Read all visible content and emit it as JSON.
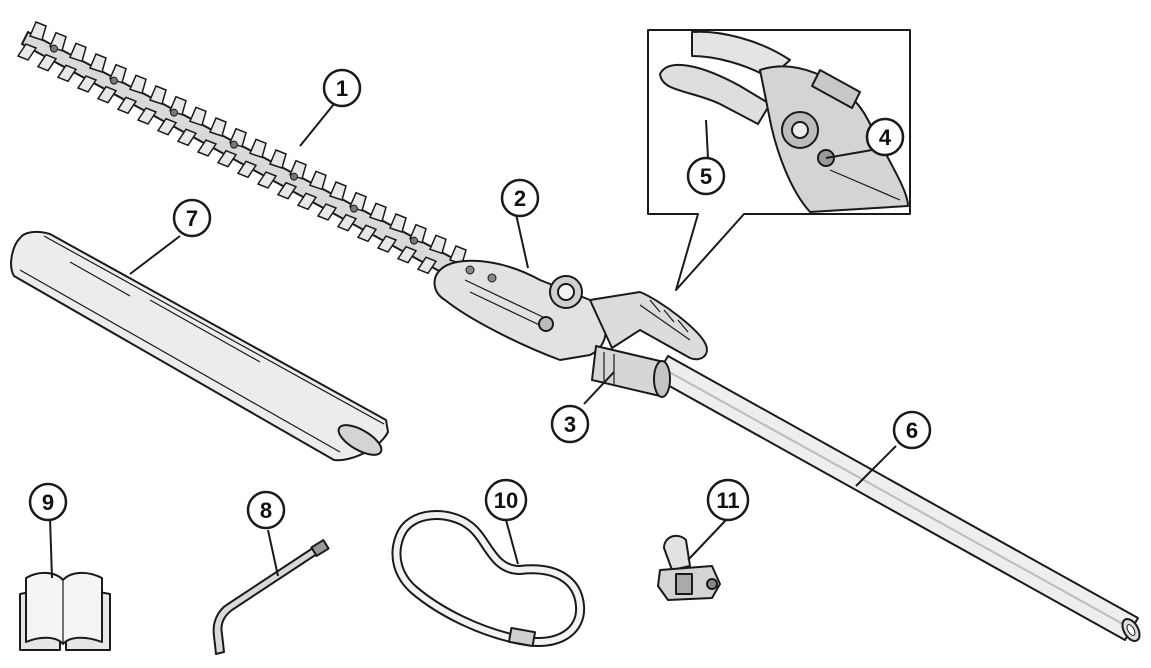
{
  "diagram": {
    "callouts": [
      {
        "id": "c1",
        "text": "1"
      },
      {
        "id": "c2",
        "text": "2"
      },
      {
        "id": "c3",
        "text": "3"
      },
      {
        "id": "c4",
        "text": "4"
      },
      {
        "id": "c5",
        "text": "5"
      },
      {
        "id": "c6",
        "text": "6"
      },
      {
        "id": "c7",
        "text": "7"
      },
      {
        "id": "c8",
        "text": "8"
      },
      {
        "id": "c9",
        "text": "9"
      },
      {
        "id": "c10",
        "text": "10"
      },
      {
        "id": "c11",
        "text": "11"
      }
    ],
    "colors": {
      "ink": "#1a1a1a",
      "part_fill": "#e9e9e9",
      "part_shade": "#c8c8c8",
      "background": "#ffffff"
    },
    "parts": [
      "hedge-trimmer-blade",
      "gear-case",
      "shaft-coupling",
      "lock-bolt",
      "handle-grip",
      "extension-pipe",
      "blade-cover",
      "hex-wrench",
      "instruction-manual",
      "shoulder-strap",
      "hanger-clip"
    ]
  }
}
